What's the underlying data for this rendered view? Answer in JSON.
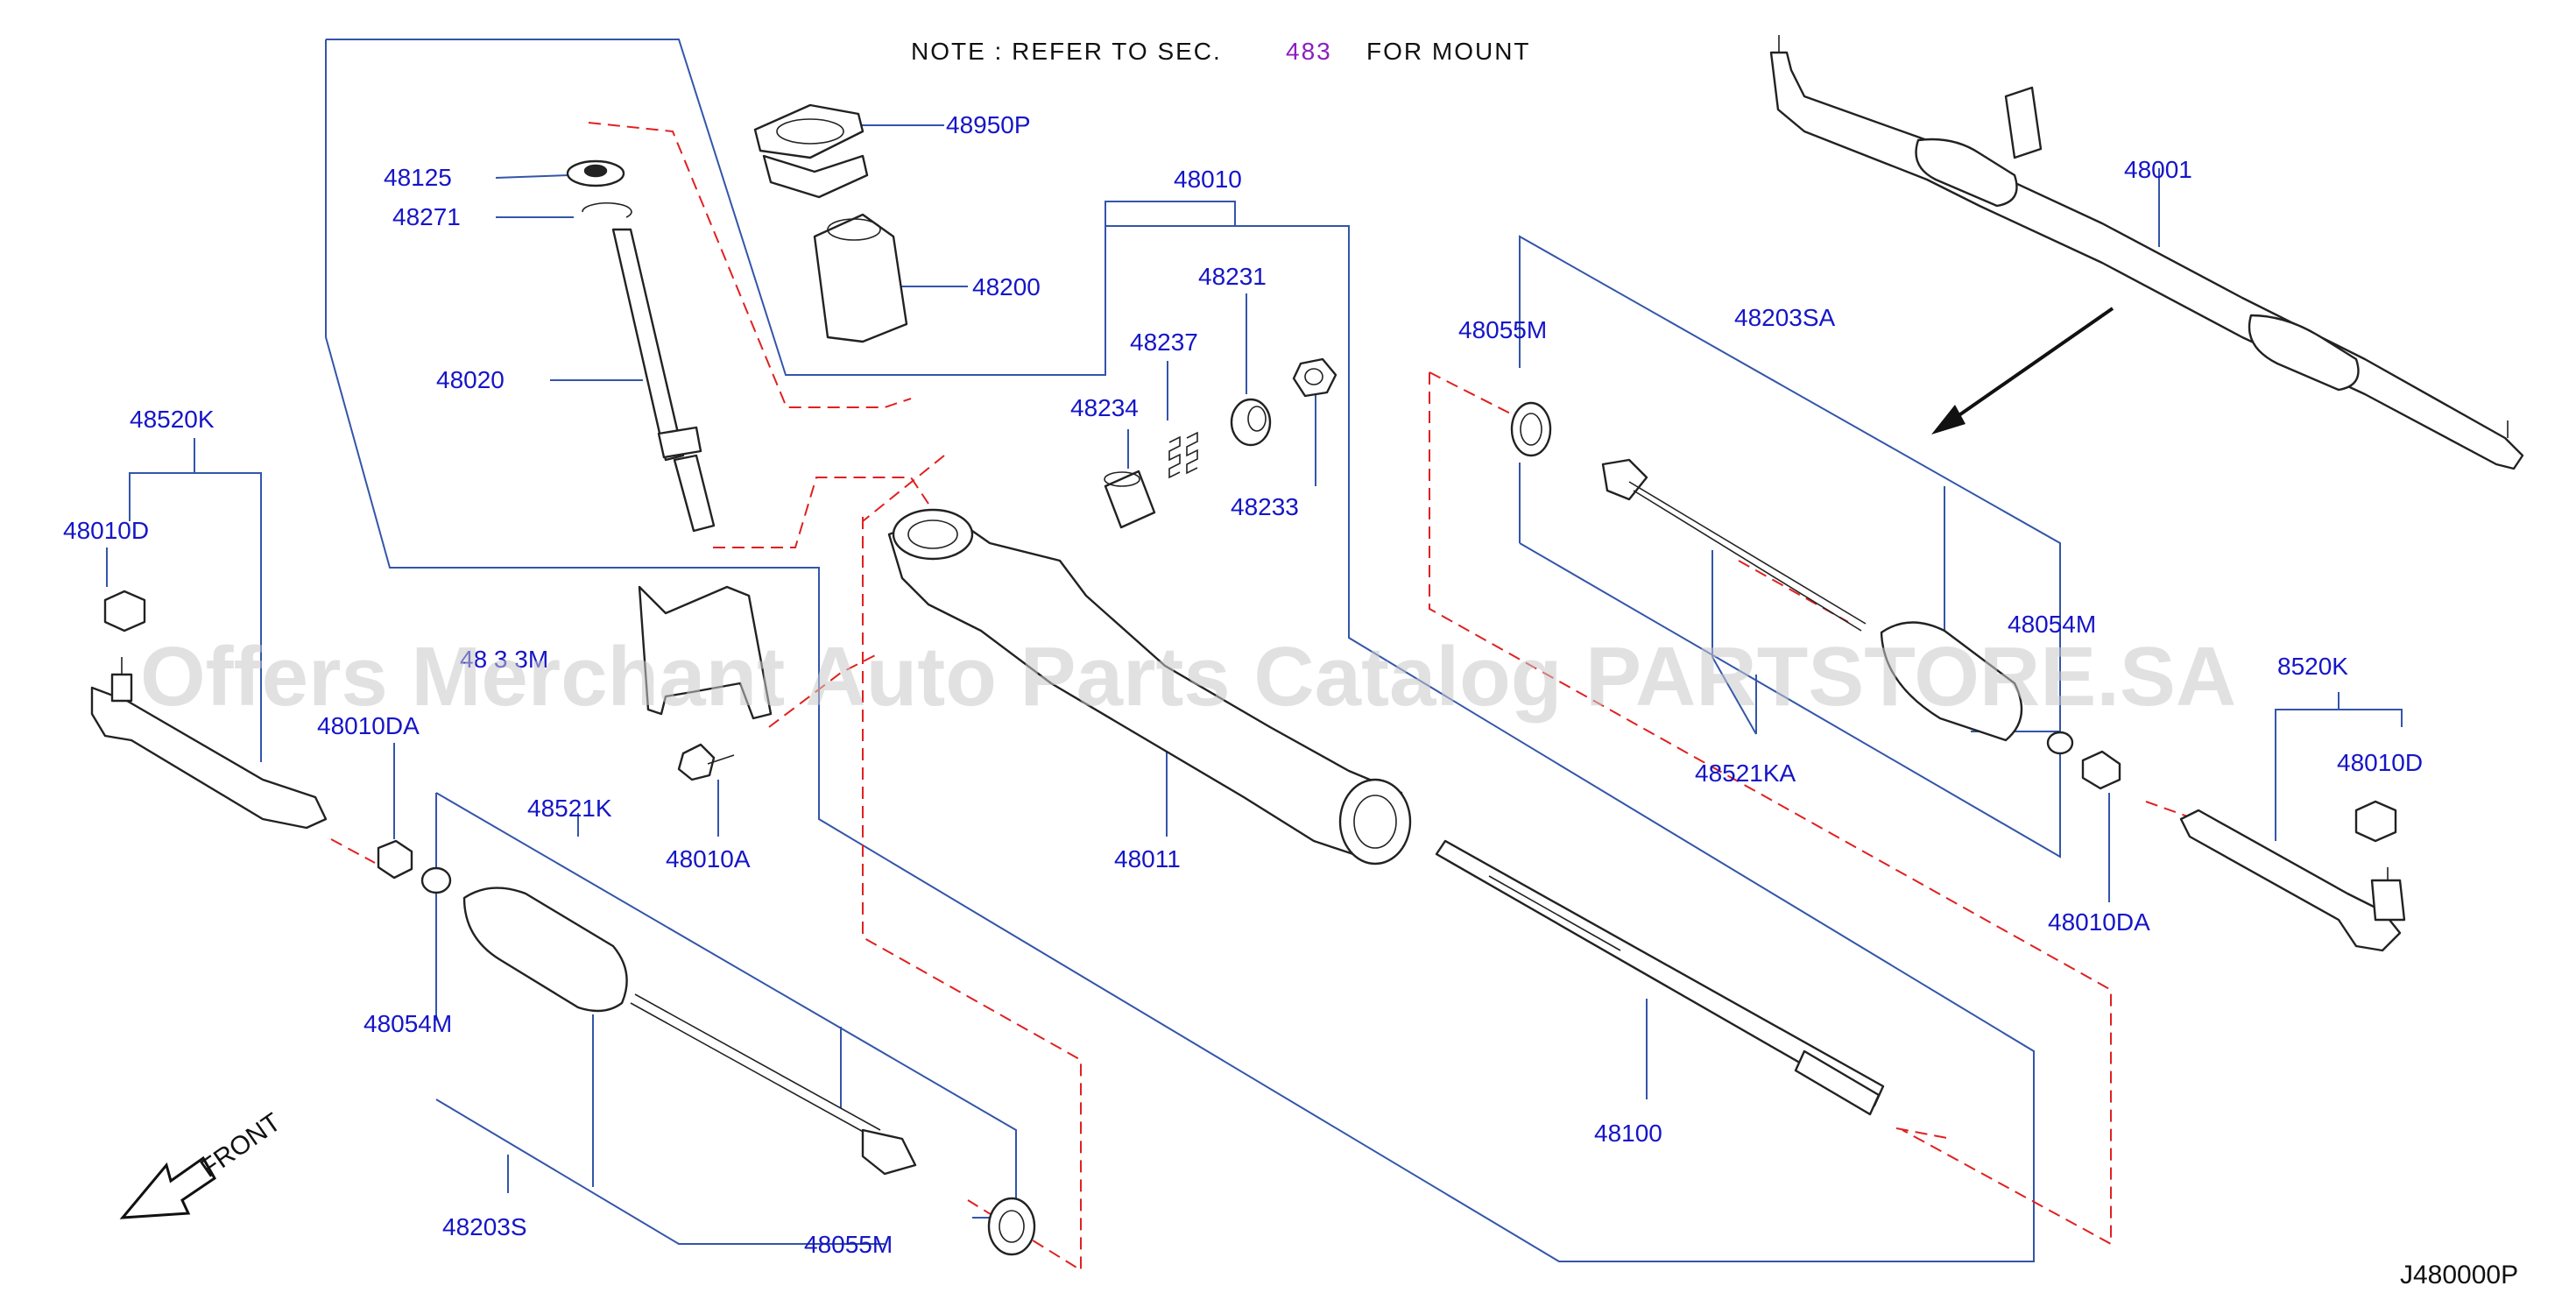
{
  "note": {
    "prefix": "NOTE : REFER TO SEC.",
    "section": "483",
    "suffix": "FOR MOUNT"
  },
  "diagram_code": "J480000P",
  "direction_label": "FRONT",
  "watermark": "Offers Merchant Auto Parts Catalog PARTSTORE.SA",
  "parts": {
    "p48950P": "48950P",
    "p48125": "48125",
    "p48271": "48271",
    "p48200": "48200",
    "p48020": "48020",
    "p48010": "48010",
    "p48231": "48231",
    "p48237": "48237",
    "p48234": "48234",
    "p48233": "48233",
    "p48001": "48001",
    "p48055M_r": "48055M",
    "p48203SA": "48203SA",
    "p48520K_l": "48520K",
    "p48010D_l": "48010D",
    "p4833M": "48 3 3M",
    "p48010DA_l": "48010DA",
    "p48054M_r": "48054M",
    "p48520K_r": "8520K",
    "p48010D_r": "48010D",
    "p48521KA": "48521KA",
    "p48521K": "48521K",
    "p48010A": "48010A",
    "p48011": "48011",
    "p48010DA_r": "48010DA",
    "p48054M_l": "48054M",
    "p48100": "48100",
    "p48203S": "48203S",
    "p48055M_l": "48055M"
  }
}
